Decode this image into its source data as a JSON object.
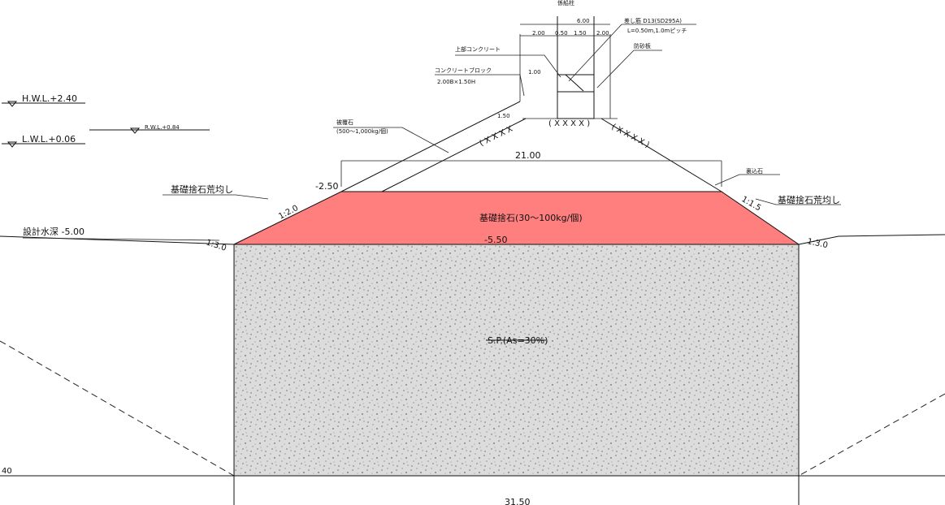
{
  "water_levels": {
    "hwl": "H.W.L.+2.40",
    "lwl": "L.W.L.+0.06",
    "rwl": "R.W.L.+0.84"
  },
  "labels": {
    "design_depth": "設計水深 -5.00",
    "foundation_leveling_left": "基礎捨石荒均し",
    "foundation_leveling_right": "基礎捨石荒均し",
    "foundation_rubble": "基礎捨石(30～100kg/個)",
    "sand_pile": "S.P.(As=30%)",
    "elev_top_left": "-2.50",
    "elev_base": "-5.50",
    "left_edge_depth": "40",
    "slope_left_upper": "1:2.0",
    "slope_right_upper": "1:1.5",
    "slope_left_lower": "1:3.0",
    "slope_right_lower": "1:3.0",
    "width_top": "21.00",
    "width_bottom": "31.50",
    "top_concrete": "上部コンクリート",
    "concrete_block": "コンクリートブロック",
    "block_size": "2.00B×1.50H",
    "armor_stone": "被覆石",
    "armor_stone_weight": "(500～1,000kg/個)",
    "dowel_bar": "差し筋 D13(SD295A)",
    "dowel_spec": "L=0.50m,1.0mピッチ",
    "protection_plate": "防砂板",
    "rubble_backfill": "裏込石",
    "bollard": "係船柱",
    "dim_total": "6.00",
    "dim_a": "2.00",
    "dim_b": "0.50",
    "dim_c": "1.50",
    "dim_d": "2.00",
    "dim_block_h": "1.00",
    "dim_slope": "1.50"
  }
}
